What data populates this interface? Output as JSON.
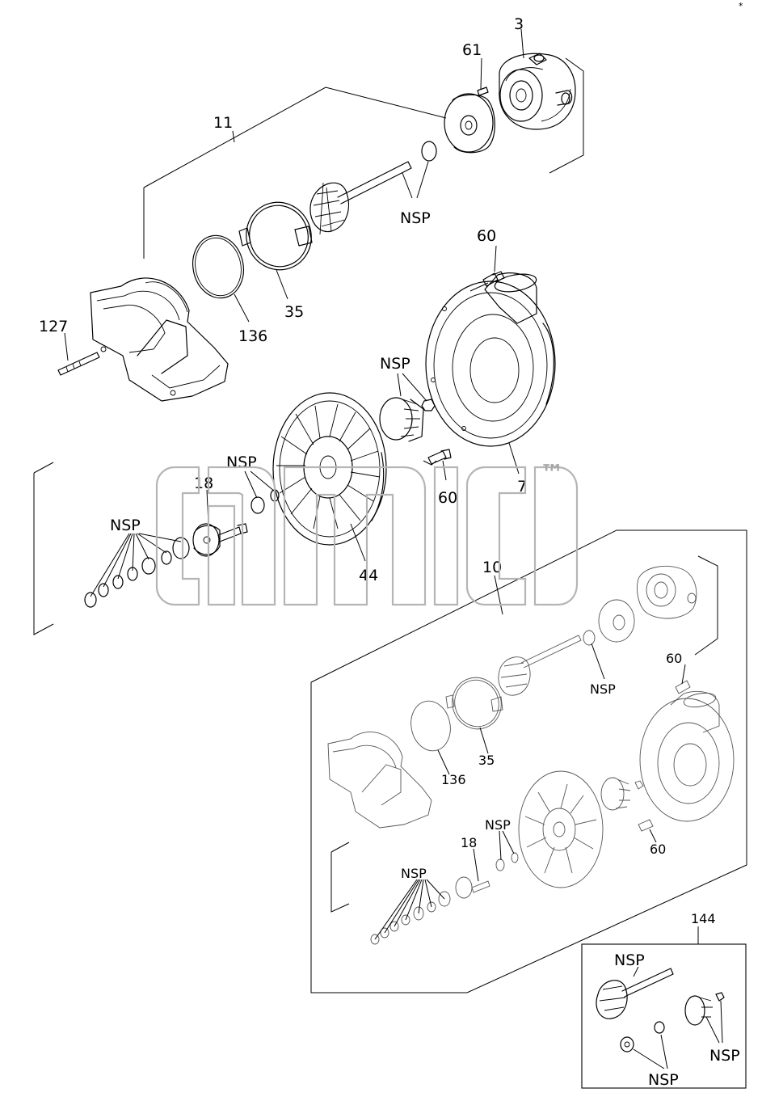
{
  "watermark": {
    "trademark": "™"
  },
  "corner_mark": "*",
  "labels": {
    "p3": "3",
    "p61": "61",
    "p11": "11",
    "nsp_shaft": "NSP",
    "p60_top": "60",
    "p35": "35",
    "p136": "136",
    "p127": "127",
    "nsp_wheel": "NSP",
    "nsp_nut": "NSP",
    "p18": "18",
    "nsp_rings": "NSP",
    "p60_mid": "60",
    "p7": "7",
    "p44": "44",
    "p10": "10",
    "a_nsp_shaft": "NSP",
    "a_p60_top": "60",
    "a_p35": "35",
    "a_p136": "136",
    "a_nsp_nut": "NSP",
    "a_p18": "18",
    "a_p60_mid": "60",
    "a_nsp_rings": "NSP",
    "k144": "144",
    "k_nsp_shaft": "NSP",
    "k_nsp_wheel": "NSP",
    "k_nsp_nut": "NSP"
  }
}
